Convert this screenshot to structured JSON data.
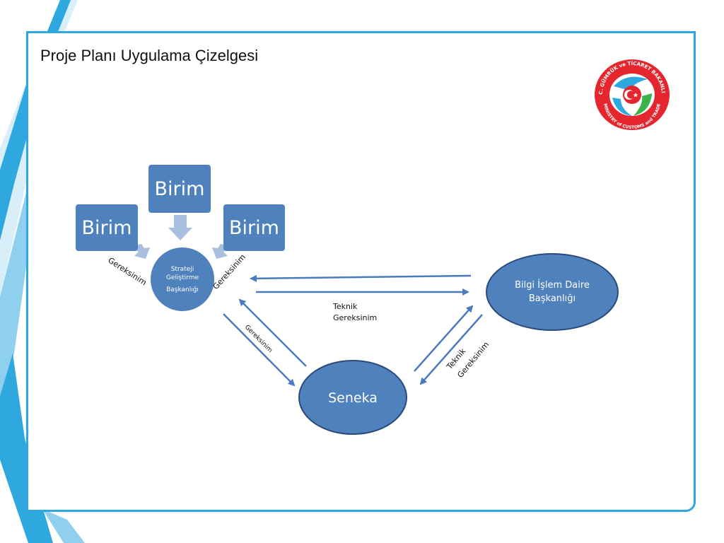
{
  "slide": {
    "title": "Proje Planı Uygulama Çizelgesi"
  },
  "logo": {
    "icon": "customs-ministry-logo",
    "text_top": "T.C. GÜMRÜK ve TİCARET BAKANLIĞI",
    "text_bottom": "MINISTRY of CUSTOMS and TRADE"
  },
  "diagram": {
    "units": [
      "Birim",
      "Birim",
      "Birim"
    ],
    "center": {
      "line1": "Strateji",
      "line2": "Geliştirme",
      "line3": "Başkanlığı"
    },
    "bilgi": "Bilgi İşlem Daire Başkanlığı",
    "seneka": "Seneka",
    "labels": {
      "left_req": "Gereksinim",
      "right_req": "Gereksinim",
      "tech_line1": "Teknik",
      "tech_line2": "Gereksinim",
      "seneka_req": "Gereksinim",
      "tech_diag_line1": "Teknik",
      "tech_diag_line2": "Gereksinim"
    }
  },
  "colors": {
    "accent": "#2ea8df",
    "shape": "#4f81bd",
    "arrow": "#a8bfe0",
    "connector": "#4a7bbf"
  }
}
